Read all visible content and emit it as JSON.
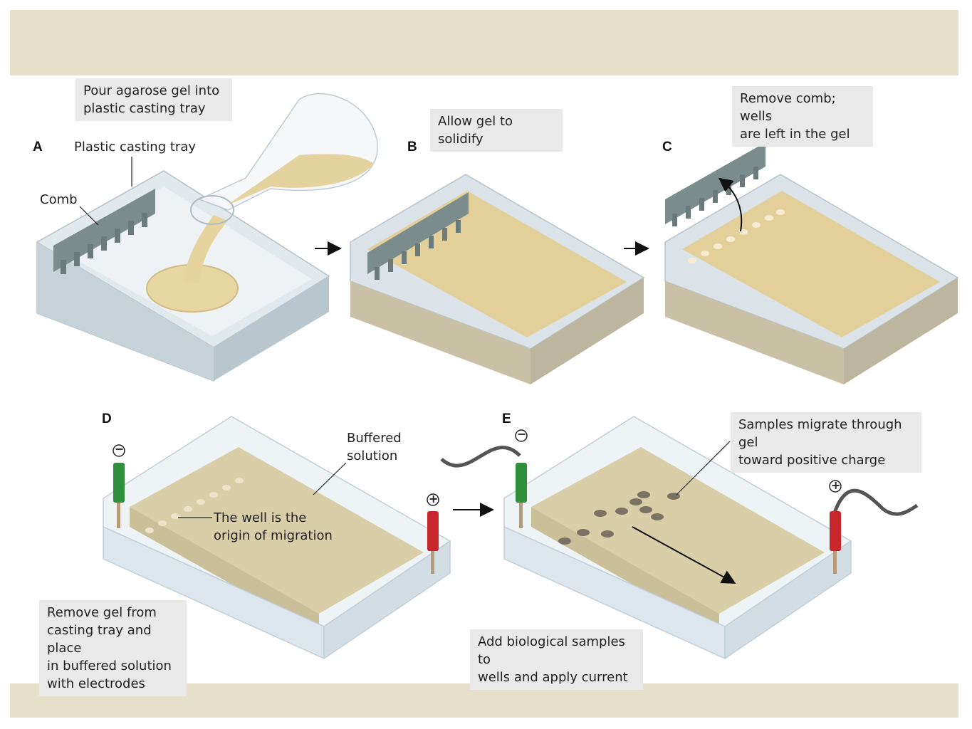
{
  "panels": {
    "a": {
      "letter": "A",
      "caption": "Pour agarose gel into\nplastic casting tray",
      "tray_label": "Plastic casting tray",
      "comb_label": "Comb"
    },
    "b": {
      "letter": "B",
      "caption": "Allow gel to solidify"
    },
    "c": {
      "letter": "C",
      "caption": "Remove comb; wells\nare left in the gel"
    },
    "d": {
      "letter": "D",
      "caption": "Remove gel from\ncasting tray and place\nin buffered solution\nwith electrodes",
      "buffer_label": "Buffered\nsolution",
      "well_label": "The well is the\norigin of migration",
      "neg_symbol": "−",
      "pos_symbol": "+"
    },
    "e": {
      "letter": "E",
      "caption": "Add biological samples to\nwells and apply current",
      "migrate_label": "Samples migrate through gel\ntoward positive charge",
      "neg_symbol": "−",
      "pos_symbol": "+"
    }
  },
  "colors": {
    "band": "#e6e0cb",
    "gel": "#e3cf9a",
    "tray": "#d6e0e6",
    "comb": "#7b8c8c",
    "caption_bg": "#e9e9e9",
    "neg_electrode": "#2f8f3a",
    "pos_electrode": "#c8262a",
    "sample": "#7a7363"
  }
}
